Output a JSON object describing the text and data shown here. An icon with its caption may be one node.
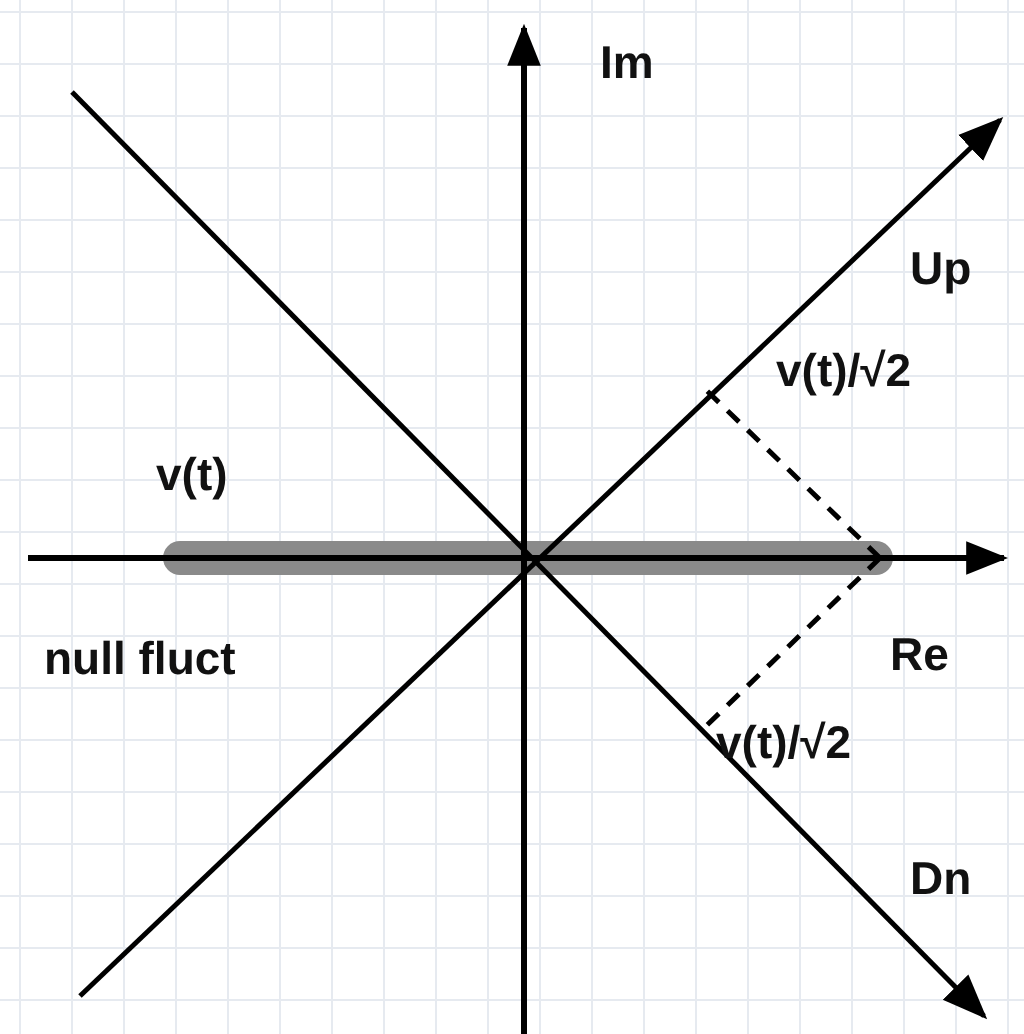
{
  "diagram": {
    "labels": [
      "Im",
      "Up",
      "v(t)/√2",
      "v(t)",
      "null fluct",
      "Re",
      "v(t)/√2",
      "Dn"
    ]
  }
}
